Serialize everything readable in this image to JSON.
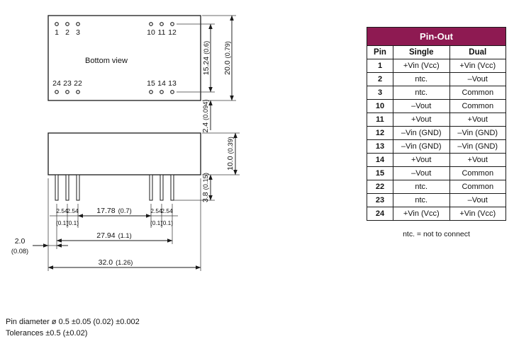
{
  "drawing": {
    "bottom_view_label": "Bottom view",
    "pin_labels": {
      "top_left": [
        "1",
        "2",
        "3"
      ],
      "top_right": [
        "10",
        "11",
        "12"
      ],
      "bottom_left": [
        "24",
        "23",
        "22"
      ],
      "bottom_right": [
        "15",
        "14",
        "13"
      ]
    },
    "dims": {
      "pin_row_span": {
        "mm": "15.24",
        "in": "(0.6)"
      },
      "body_depth": {
        "mm": "20.0",
        "in": "(0.79)"
      },
      "row_edge_offset": {
        "mm": "2.4",
        "in": "(0.094)"
      },
      "body_height": {
        "mm": "10.0",
        "in": "(0.39)"
      },
      "pin_length": {
        "mm": "3.8",
        "in": "(0.15)"
      },
      "inner_pin_span": {
        "mm": "17.78",
        "in": "(0.7)"
      },
      "outer_pin_span": {
        "mm": "27.94",
        "in": "(1.1)"
      },
      "body_width": {
        "mm": "32.0",
        "in": "(1.26)"
      },
      "edge_to_pin": {
        "mm": "2.0",
        "in": "(0.08)"
      },
      "pin_pitch": {
        "mm": "2.54",
        "in": "(0.1)"
      }
    },
    "notes": {
      "pin_diameter": "Pin diameter ø 0.5 ±0.05  (0.02) ±0.002",
      "tolerances": "Tolerances  ±0.5 (±0.02)"
    }
  },
  "pinout_table": {
    "title": "Pin-Out",
    "columns": [
      "Pin",
      "Single",
      "Dual"
    ],
    "rows": [
      [
        "1",
        "+Vin (Vcc)",
        "+Vin (Vcc)"
      ],
      [
        "2",
        "ntc.",
        "–Vout"
      ],
      [
        "3",
        "ntc.",
        "Common"
      ],
      [
        "10",
        "–Vout",
        "Common"
      ],
      [
        "11",
        "+Vout",
        "+Vout"
      ],
      [
        "12",
        "–Vin (GND)",
        "–Vin (GND)"
      ],
      [
        "13",
        "–Vin (GND)",
        "–Vin (GND)"
      ],
      [
        "14",
        "+Vout",
        "+Vout"
      ],
      [
        "15",
        "–Vout",
        "Common"
      ],
      [
        "22",
        "ntc.",
        "Common"
      ],
      [
        "23",
        "ntc.",
        "–Vout"
      ],
      [
        "24",
        "+Vin (Vcc)",
        "+Vin (Vcc)"
      ]
    ],
    "footnote": "ntc. = not to connect"
  },
  "colors": {
    "table_header_bg": "#8e1a52",
    "table_header_text": "#ffffff",
    "line": "#1a1a1a"
  }
}
